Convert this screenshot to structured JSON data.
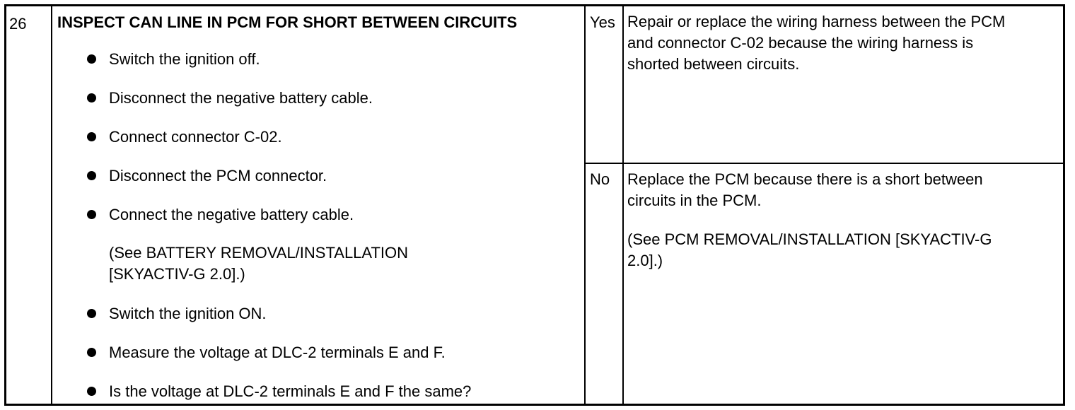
{
  "step": {
    "number": "26",
    "title": "INSPECT CAN LINE IN PCM FOR SHORT BETWEEN CIRCUITS",
    "bullets": [
      "Switch the ignition off.",
      "Disconnect the negative battery cable.",
      "Connect connector C-02.",
      "Disconnect the PCM connector.",
      "Connect the negative battery cable.",
      "Switch the ignition ON.",
      "Measure the voltage at DLC-2 terminals E and F.",
      "Is the voltage at DLC-2 terminals E and F the same?"
    ],
    "note_lines": [
      "(See BATTERY REMOVAL/INSTALLATION",
      "[SKYACTIV-G 2.0].)"
    ]
  },
  "results": {
    "yes": {
      "label": "Yes",
      "lines": [
        "Repair or replace the wiring harness between the PCM",
        "and connector C-02 because the wiring harness is",
        "shorted between circuits."
      ]
    },
    "no": {
      "label": "No",
      "lines": [
        "Replace the PCM because there is a short between",
        "circuits in the PCM."
      ],
      "note_lines": [
        "(See PCM REMOVAL/INSTALLATION [SKYACTIV-G",
        "2.0].)"
      ]
    }
  }
}
